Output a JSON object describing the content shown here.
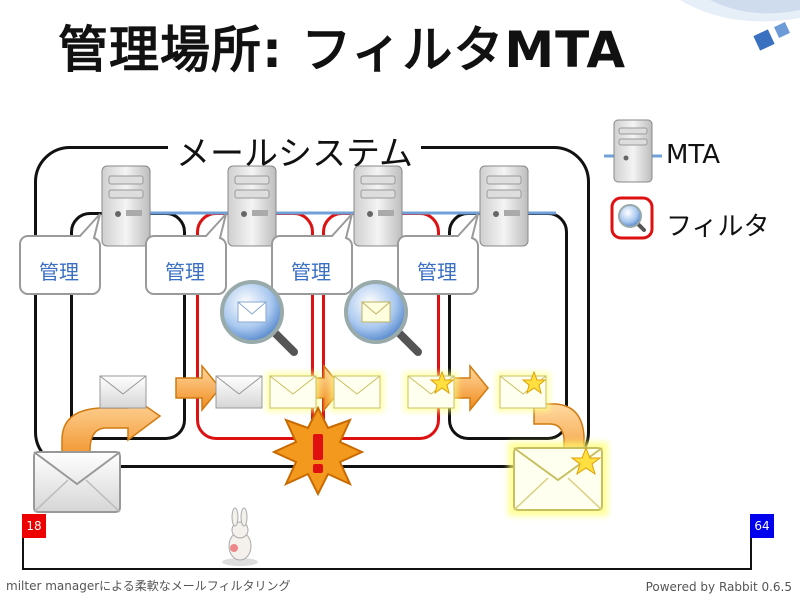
{
  "slide": {
    "title": "管理場所: フィルタMTA",
    "system_label": "メールシステム",
    "manage_label": "管理",
    "legend": {
      "mta_label": "MTA",
      "filter_label": "フィルタ"
    },
    "footer": {
      "left": "milter managerによる柔軟なメールフィルタリング",
      "right": "Powered by Rabbit 0.6.5"
    },
    "progress": {
      "current_page": "18",
      "total_pages": "64",
      "start_color": "#ee0000",
      "end_color": "#0000ee"
    }
  }
}
